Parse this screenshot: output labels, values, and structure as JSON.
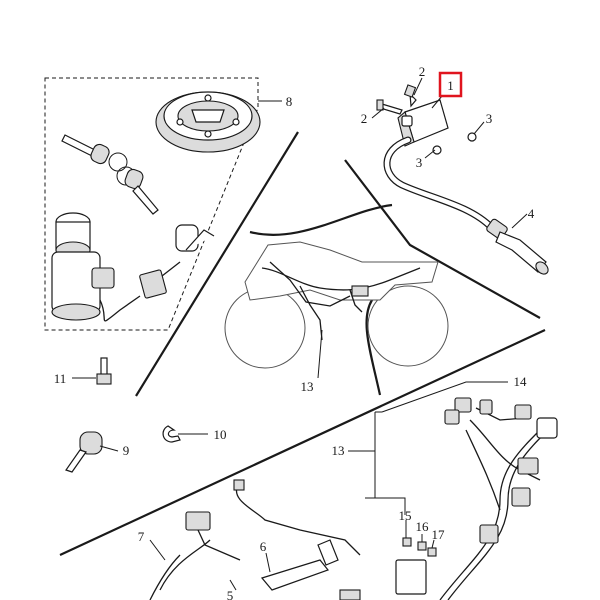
{
  "diagram": {
    "highlight_color": "#e0141e",
    "ink_color": "#1a1a1a",
    "callouts": [
      {
        "id": "c1",
        "text": "1",
        "highlighted": true
      },
      {
        "id": "c2a",
        "text": "2"
      },
      {
        "id": "c2b",
        "text": "2"
      },
      {
        "id": "c3a",
        "text": "3"
      },
      {
        "id": "c3b",
        "text": "3"
      },
      {
        "id": "c4",
        "text": "4"
      },
      {
        "id": "c5",
        "text": "5"
      },
      {
        "id": "c6",
        "text": "6"
      },
      {
        "id": "c7",
        "text": "7"
      },
      {
        "id": "c8",
        "text": "8"
      },
      {
        "id": "c9",
        "text": "9"
      },
      {
        "id": "c10",
        "text": "10"
      },
      {
        "id": "c11",
        "text": "11"
      },
      {
        "id": "c13a",
        "text": "13"
      },
      {
        "id": "c13b",
        "text": "13"
      },
      {
        "id": "c14",
        "text": "14"
      },
      {
        "id": "c15",
        "text": "15"
      },
      {
        "id": "c16",
        "text": "16"
      },
      {
        "id": "c17",
        "text": "17"
      }
    ]
  }
}
